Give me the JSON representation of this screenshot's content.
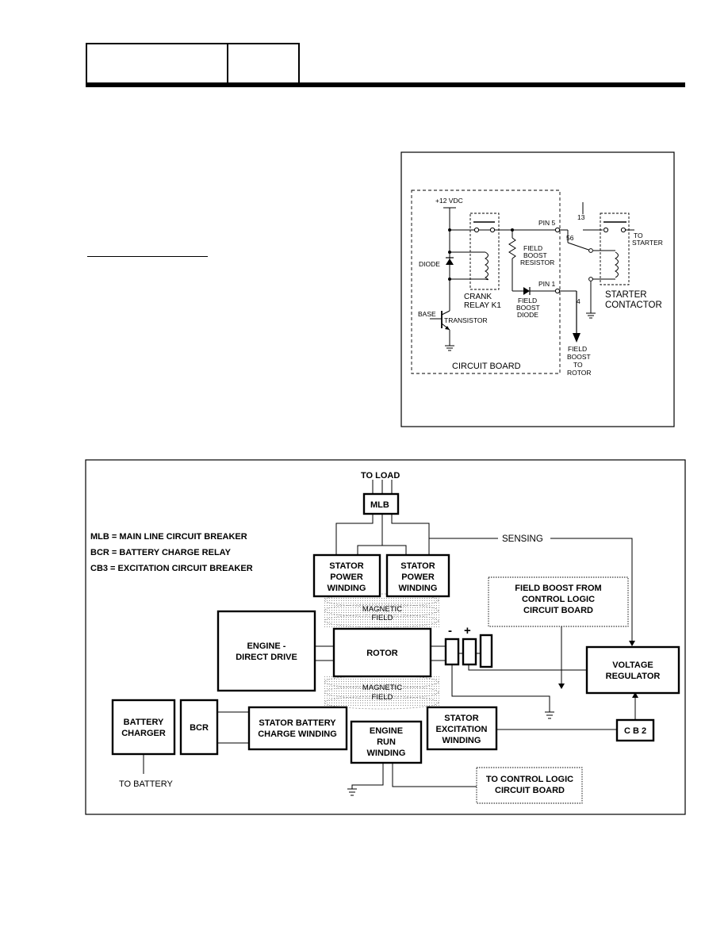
{
  "legend": {
    "mlb": "MLB = MAIN LINE CIRCUIT BREAKER",
    "bcr": "BCR = BATTERY CHARGE RELAY",
    "cb3": "CB3 = EXCITATION CIRCUIT BREAKER"
  },
  "circuit": {
    "vdc": "+12 VDC",
    "diode": "DIODE",
    "base": "BASE",
    "transistor": "TRANSISTOR",
    "crank": "CRANK",
    "relay_k1": "RELAY K1",
    "circuit_board": "CIRCUIT BOARD",
    "pin5": "PIN 5",
    "pin1": "PIN 1",
    "wire56": "56",
    "wire13": "13",
    "wire4": "4",
    "fbr1": "FIELD",
    "fbr2": "BOOST",
    "fbr3": "RESISTOR",
    "fbd1": "FIELD",
    "fbd2": "BOOST",
    "fbd3": "DIODE",
    "to": "TO",
    "starter": "STARTER",
    "sc1": "STARTER",
    "sc2": "CONTACTOR",
    "fbtr1": "FIELD",
    "fbtr2": "BOOST",
    "fbtr3": "TO",
    "fbtr4": "ROTOR"
  },
  "block": {
    "to_load": "TO LOAD",
    "mlb": "MLB",
    "sensing": "SENSING",
    "stator": "STATOR",
    "power": "POWER",
    "winding": "WINDING",
    "magnetic": "MAGNETIC",
    "field": "FIELD",
    "fb1": "FIELD BOOST FROM",
    "fb2": "CONTROL LOGIC",
    "fb3": "CIRCUIT BOARD",
    "engine1": "ENGINE -",
    "engine2": "DIRECT DRIVE",
    "rotor": "ROTOR",
    "minus": "-",
    "plus": "+",
    "vr1": "VOLTAGE",
    "vr2": "REGULATOR",
    "bc1": "BATTERY",
    "bc2": "CHARGER",
    "bcr": "BCR",
    "sbc1": "STATOR BATTERY",
    "sbc2": "CHARGE WINDING",
    "er1": "ENGINE",
    "er2": "RUN",
    "er3": "WINDING",
    "se1": "STATOR",
    "se2": "EXCITATION",
    "se3": "WINDING",
    "cb2": "C B 2",
    "to_battery": "TO BATTERY",
    "tcl1": "TO CONTROL LOGIC",
    "tcl2": "CIRCUIT BOARD"
  }
}
